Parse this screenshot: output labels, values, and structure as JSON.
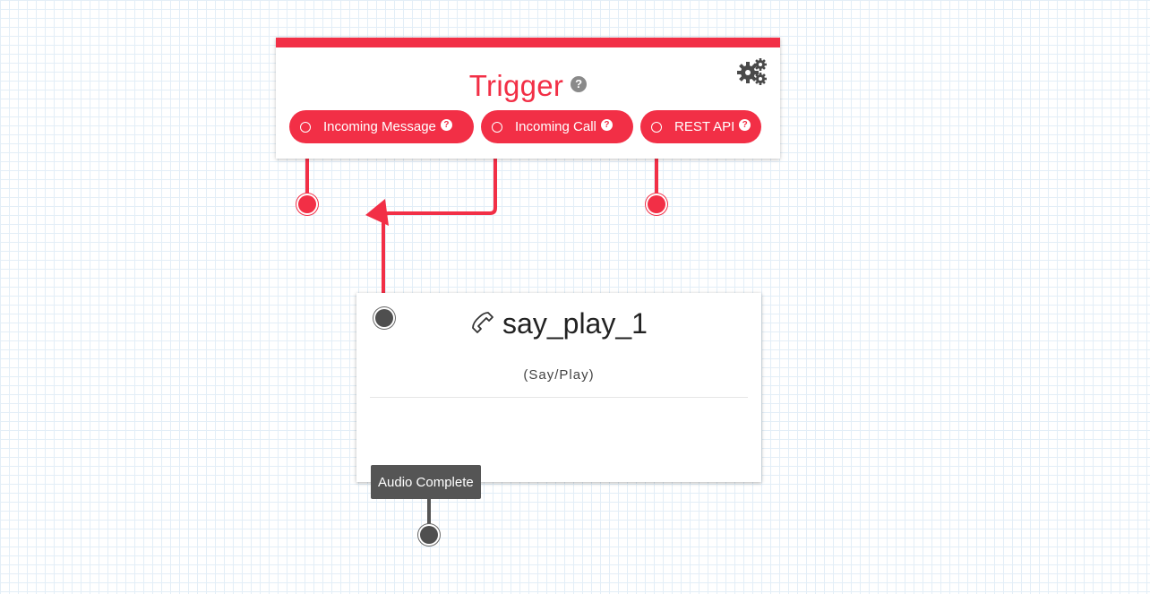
{
  "trigger": {
    "title": "Trigger",
    "help_glyph": "?",
    "settings_icon": "gears-icon",
    "accent_color": "#f22f46",
    "pills": [
      {
        "label": "Incoming Message",
        "help_glyph": "?"
      },
      {
        "label": "Incoming Call",
        "help_glyph": "?"
      },
      {
        "label": "REST API",
        "help_glyph": "?"
      }
    ]
  },
  "widget": {
    "title": "say_play_1",
    "subtitle": "(Say/Play)",
    "icon": "phone-icon",
    "transition_label": "Audio Complete"
  }
}
